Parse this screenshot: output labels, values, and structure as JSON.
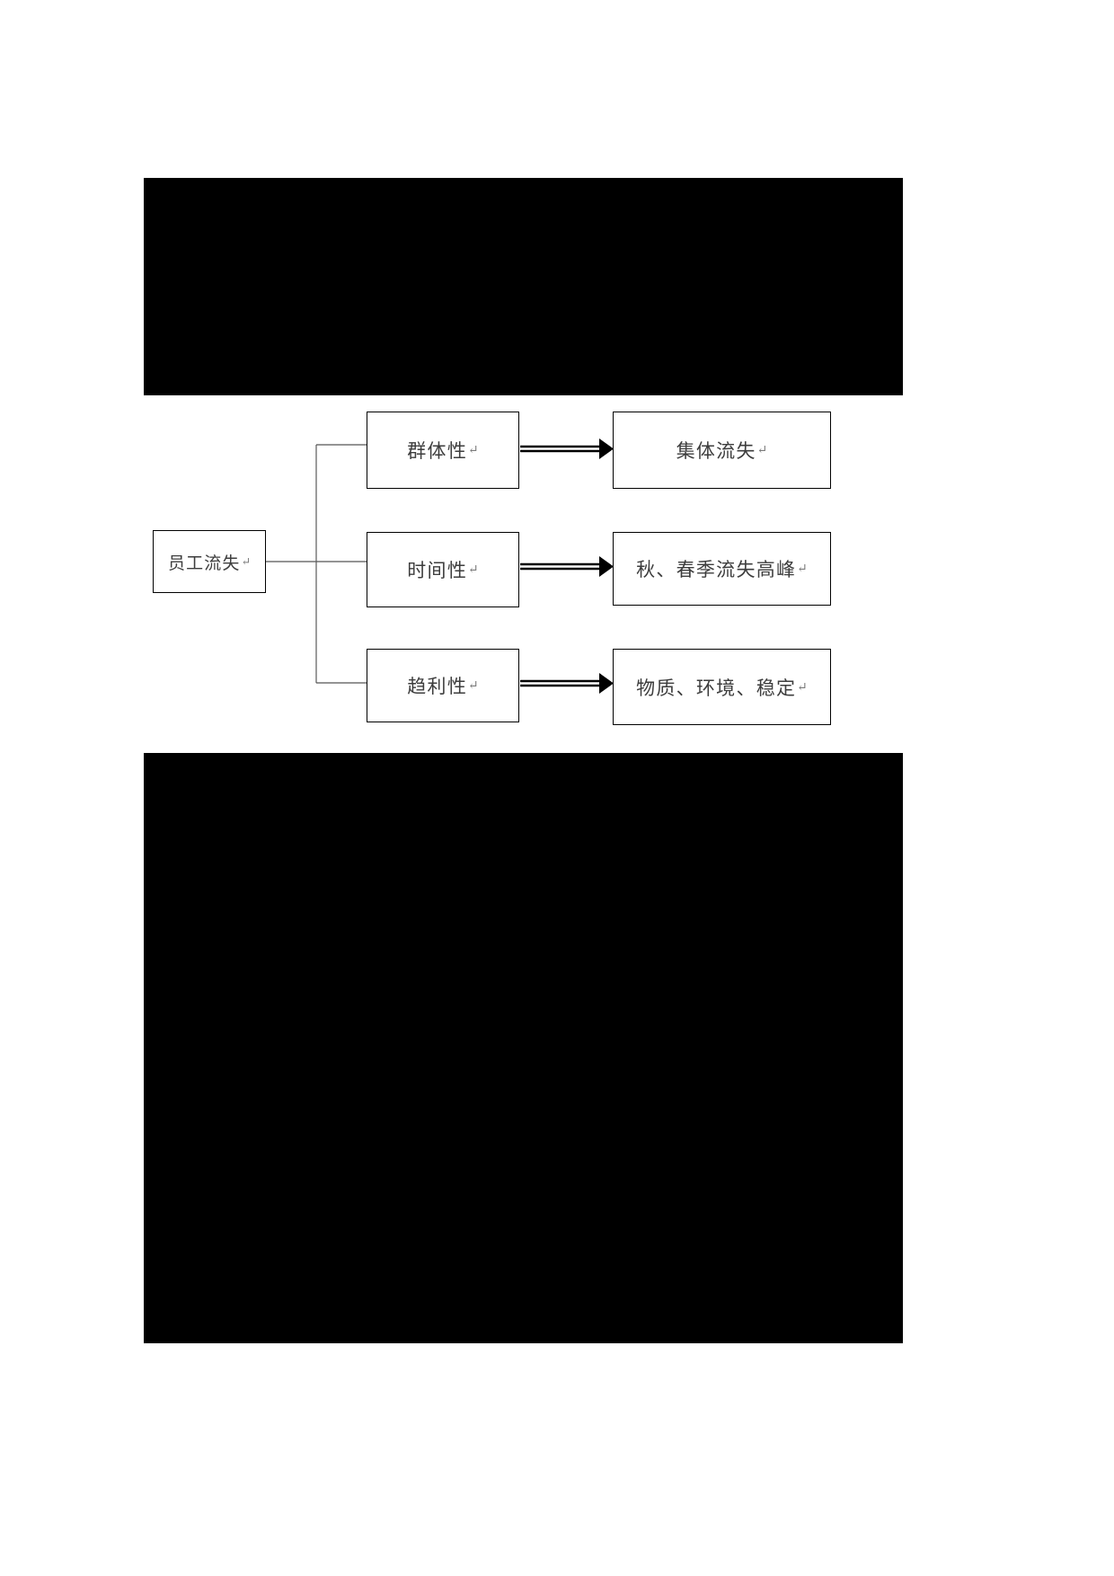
{
  "diagram": {
    "type": "tree-flowchart",
    "root": {
      "id": "root",
      "label": "员工流失",
      "pilcrow": "↵"
    },
    "branches": [
      {
        "id": "branch-1",
        "characteristic": {
          "label": "群体性",
          "pilcrow": "↵"
        },
        "outcome": {
          "label": "集体流失",
          "pilcrow": "↵"
        },
        "arrow": "double-line-arrow-right"
      },
      {
        "id": "branch-2",
        "characteristic": {
          "label": "时间性",
          "pilcrow": "↵"
        },
        "outcome": {
          "label": "秋、春季流失高峰",
          "pilcrow": "↵"
        },
        "arrow": "double-line-arrow-right"
      },
      {
        "id": "branch-3",
        "characteristic": {
          "label": "趋利性",
          "pilcrow": "↵"
        },
        "outcome": {
          "label": "物质、环境、稳定",
          "pilcrow": "↵"
        },
        "arrow": "double-line-arrow-right"
      }
    ],
    "colors": {
      "page_background": "#ffffff",
      "mask_fill": "#000000",
      "box_border": "#000000",
      "text": "#3d3d3d",
      "connector_line": "#555555",
      "arrow": "#000000"
    }
  }
}
